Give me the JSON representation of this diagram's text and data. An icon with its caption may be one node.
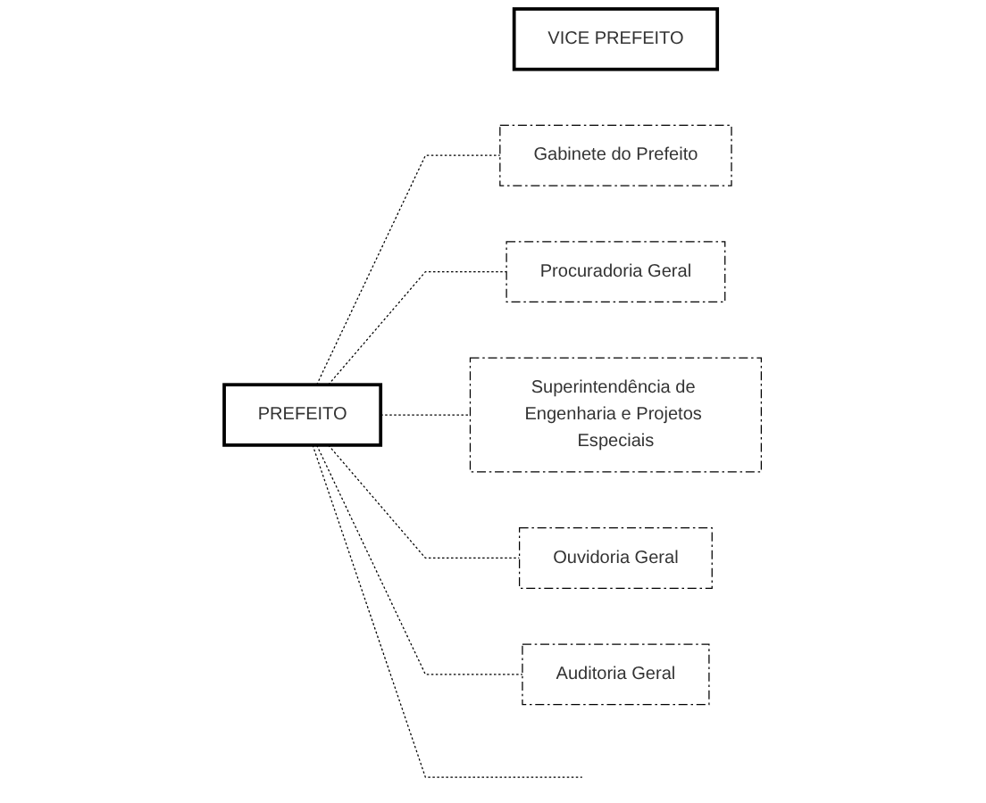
{
  "diagram": {
    "nodes": [
      {
        "text": [
          "PREFEITO"
        ]
      },
      {
        "text": [
          "VICE PREFEITO"
        ]
      },
      {
        "text": [
          "Gabinete do Prefeito"
        ]
      },
      {
        "text": [
          "Procuradoria Geral"
        ]
      },
      {
        "text": [
          "Superintendência de Engenharia e Projetos Especiais"
        ]
      },
      {
        "text": [
          "Ouvidoria Geral"
        ]
      },
      {
        "text": [
          "Auditoria Geral"
        ]
      }
    ],
    "edges": [
      {
        "from": 0,
        "to": 2,
        "arrow": "none",
        "style": "dashed"
      },
      {
        "from": 0,
        "to": 3,
        "arrow": "none",
        "style": "dashed"
      },
      {
        "from": 0,
        "to": 4,
        "arrow": "none",
        "style": "dashed"
      },
      {
        "from": 0,
        "to": 5,
        "arrow": "none",
        "style": "dashed"
      },
      {
        "from": 0,
        "to": 6,
        "arrow": "none",
        "style": "dashed"
      },
      {
        "from": 0,
        "to": null,
        "arrow": "none",
        "style": "dashed"
      }
    ]
  }
}
